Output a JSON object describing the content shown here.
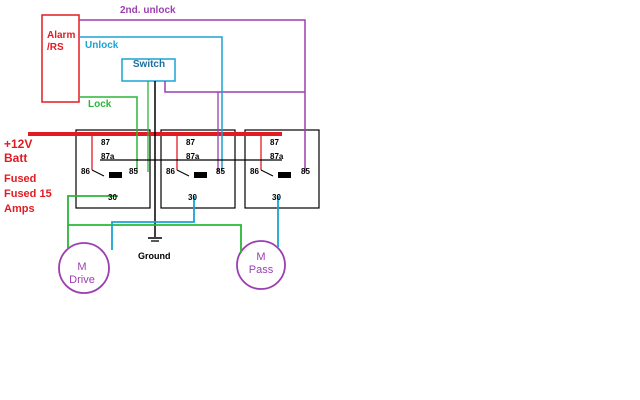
{
  "labels": {
    "alarm": "Alarm\n/RS",
    "second_unlock": "2nd. unlock",
    "unlock": "Unlock",
    "lock": "Lock",
    "switch": "Switch",
    "batt": "+12V\nBatt",
    "fused": "Fused\nFused 15\nAmps",
    "ground": "Ground",
    "m_drive": "M\nDrive",
    "m_pass": "M\nPass"
  },
  "relays": [
    {
      "pins": {
        "p87": "87",
        "p87a": "87a",
        "p86": "86",
        "p85": "85",
        "p30": "30"
      }
    },
    {
      "pins": {
        "p87": "87",
        "p87a": "87a",
        "p86": "86",
        "p85": "85",
        "p30": "30"
      }
    },
    {
      "pins": {
        "p87": "87",
        "p87a": "87a",
        "p86": "86",
        "p85": "85",
        "p30": "30"
      }
    }
  ],
  "colors": {
    "red": "#e21b23",
    "purple": "#9b3fb0",
    "blue": "#1aa3d4",
    "green": "#2bb53a",
    "black": "#000000"
  }
}
